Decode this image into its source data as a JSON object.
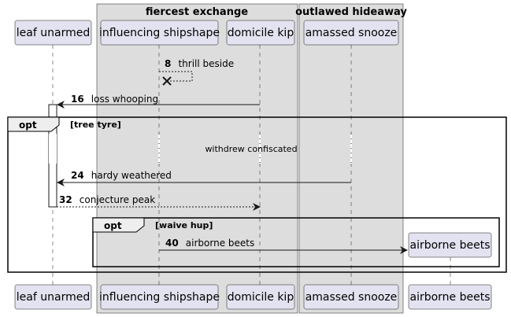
{
  "boxes": [
    {
      "title": "fiercest exchange"
    },
    {
      "title": "outlawed hideaway"
    }
  ],
  "participants": {
    "leaf_unarmed": "leaf unarmed",
    "influencing_shipshape": "influencing shipshape",
    "domicile_kip": "domicile kip",
    "amassed_snooze": "amassed snooze",
    "airborne_beets": "airborne beets"
  },
  "messages": [
    {
      "num": "8",
      "text": "thrill beside"
    },
    {
      "num": "16",
      "text": "loss whooping"
    },
    {
      "num": "24",
      "text": "hardy weathered"
    },
    {
      "num": "32",
      "text": "conjecture peak"
    },
    {
      "num": "40",
      "text": "airborne beets"
    }
  ],
  "frames": [
    {
      "keyword": "opt",
      "guard": "[tree tyre]"
    },
    {
      "keyword": "opt",
      "guard": "[waive hup]"
    }
  ],
  "divider": {
    "text": "withdrew confiscated"
  },
  "colors": {
    "participant_fill": "#e2e2f0",
    "participant_border": "#181818",
    "box_fill": "#dddddd",
    "lifeline": "#181818"
  }
}
